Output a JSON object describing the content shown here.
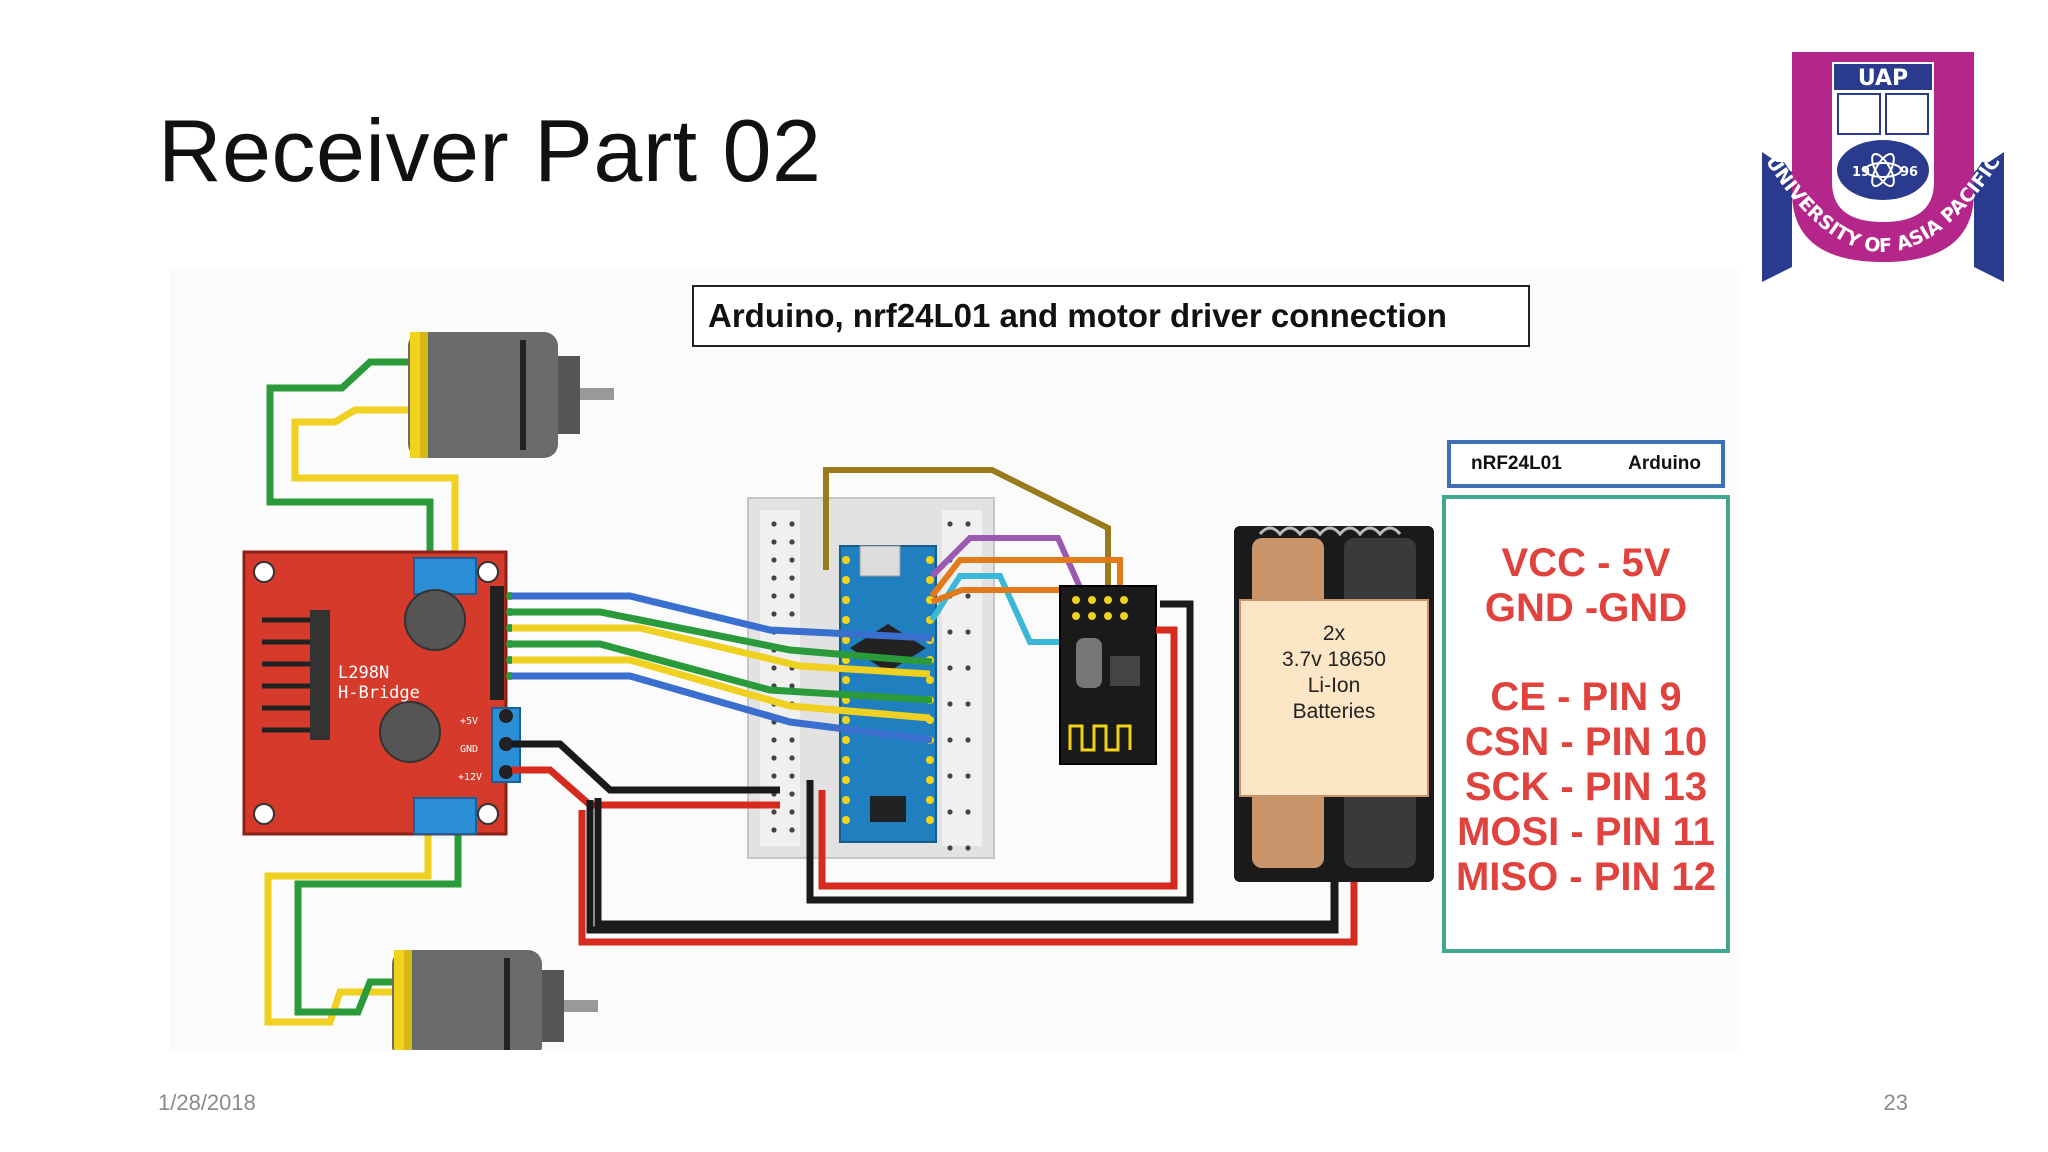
{
  "slide": {
    "title": "Receiver Part 02",
    "date": "1/28/2018",
    "page_number": "23"
  },
  "logo": {
    "abbr": "UAP",
    "name": "UNIVERSITY OF ASIA PACIFIC",
    "year_left": "19",
    "year_right": "96"
  },
  "diagram": {
    "caption": "Arduino, nrf24L01 and motor driver connection",
    "driver_label_1": "L298N",
    "driver_label_2": "H-Bridge",
    "pin_5v": "+5V",
    "pin_gnd": "GND",
    "pin_12v": "+12V",
    "battery_lines": [
      "2x",
      "3.7v 18650",
      "Li-Ion",
      "Batteries"
    ]
  },
  "pin_table": {
    "col_left": "nRF24L01",
    "col_right": "Arduino",
    "power": [
      "VCC - 5V",
      "GND -GND"
    ],
    "signals": [
      "CE - PIN 9",
      "CSN - PIN 10",
      "SCK - PIN 13",
      "MOSI - PIN 11",
      "MISO - PIN 12"
    ]
  },
  "colors": {
    "driver_board": "#d63a2a",
    "terminal": "#2a8fd6",
    "motor": "#6b6b6b",
    "motor_cap": "#f2d21b",
    "arduino": "#1f7fbf",
    "wire_red": "#d62a1e",
    "wire_black": "#1a1a1a",
    "wire_green": "#2a9a3a",
    "wire_yellow": "#f0d020",
    "wire_blue": "#3a6fd0",
    "pin_text": "#e0423e",
    "header_border": "#3d6fb7",
    "table_border": "#3fa88f"
  }
}
